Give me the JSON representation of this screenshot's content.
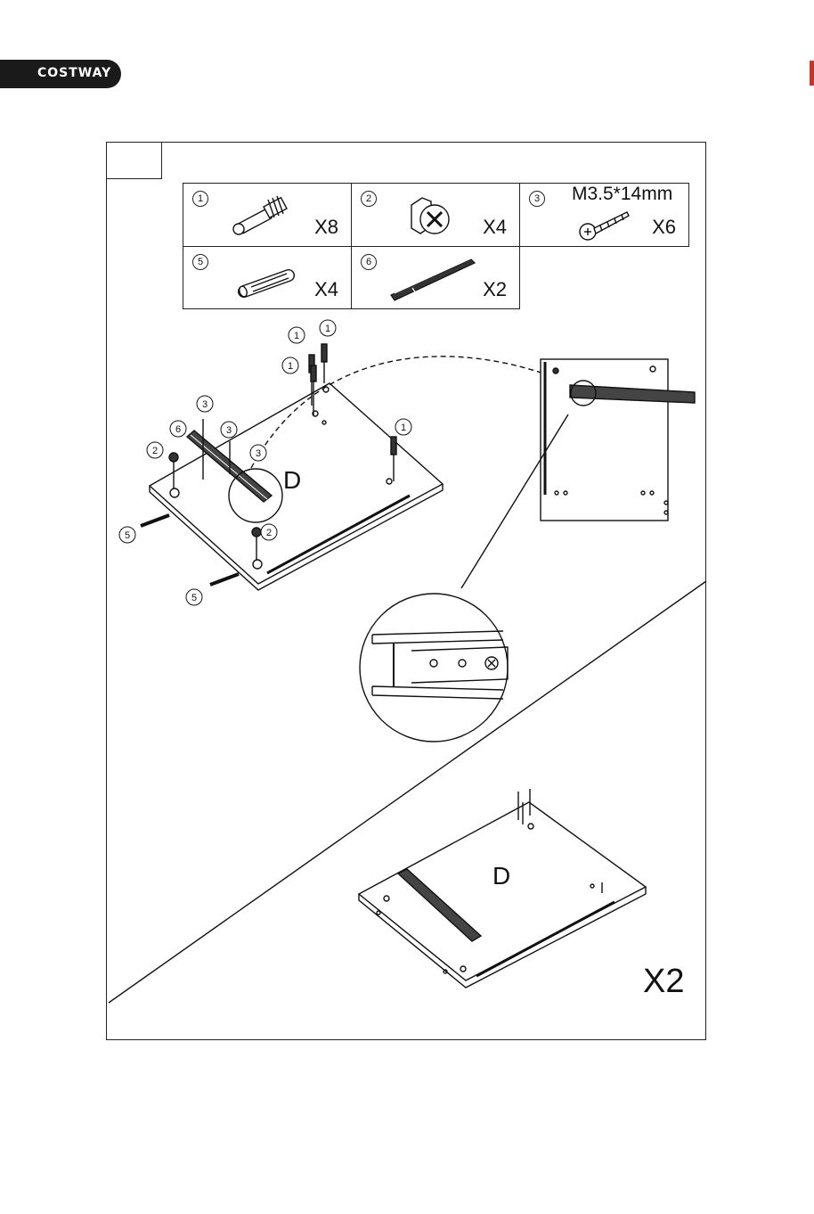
{
  "brand": {
    "name": "COSTWAY"
  },
  "step": {
    "number": ""
  },
  "parts": [
    {
      "id": "1",
      "qty": "X8",
      "spec": "",
      "icon": "cam-bolt-icon"
    },
    {
      "id": "2",
      "qty": "X4",
      "spec": "",
      "icon": "cam-lock-icon"
    },
    {
      "id": "3",
      "qty": "X6",
      "spec": "M3.5*14mm",
      "icon": "screw-icon"
    },
    {
      "id": "5",
      "qty": "X4",
      "spec": "",
      "icon": "wood-dowel-icon"
    },
    {
      "id": "6",
      "qty": "X2",
      "spec": "",
      "icon": "drawer-slide-icon"
    }
  ],
  "diagram": {
    "panel_label": "D",
    "result_label": "D",
    "result_qty": "X2",
    "callouts": [
      "1",
      "1",
      "1",
      "1",
      "3",
      "6",
      "3",
      "2",
      "3",
      "5",
      "2",
      "5"
    ]
  }
}
